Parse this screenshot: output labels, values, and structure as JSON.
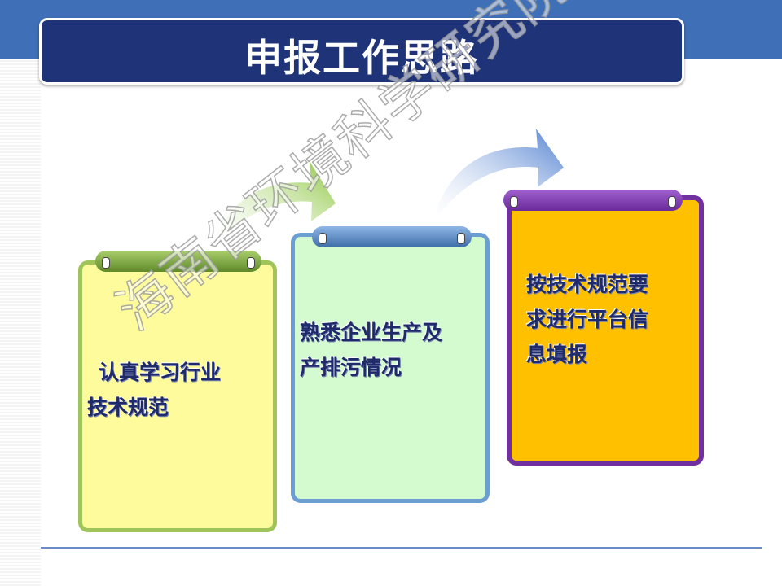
{
  "slide": {
    "title": "申报工作思路",
    "watermark": "海南省环境科学研究院制"
  },
  "steps": [
    {
      "lines": [
        "认真学习行业",
        "技术规范"
      ],
      "fill": "#fdfb9c",
      "border": "#9fc45a"
    },
    {
      "lines": [
        "熟悉企业生产及",
        "产排污情况"
      ],
      "fill": "#d4fbd0",
      "border": "#6b9fd2"
    },
    {
      "lines": [
        "按技术规范要",
        "求进行平台信",
        "息填报"
      ],
      "fill": "#ffc000",
      "border": "#7030a0"
    }
  ],
  "colors": {
    "title_bar": "#1f3478",
    "top_band": "#3f6fb6",
    "text": "#1f2a6b"
  }
}
